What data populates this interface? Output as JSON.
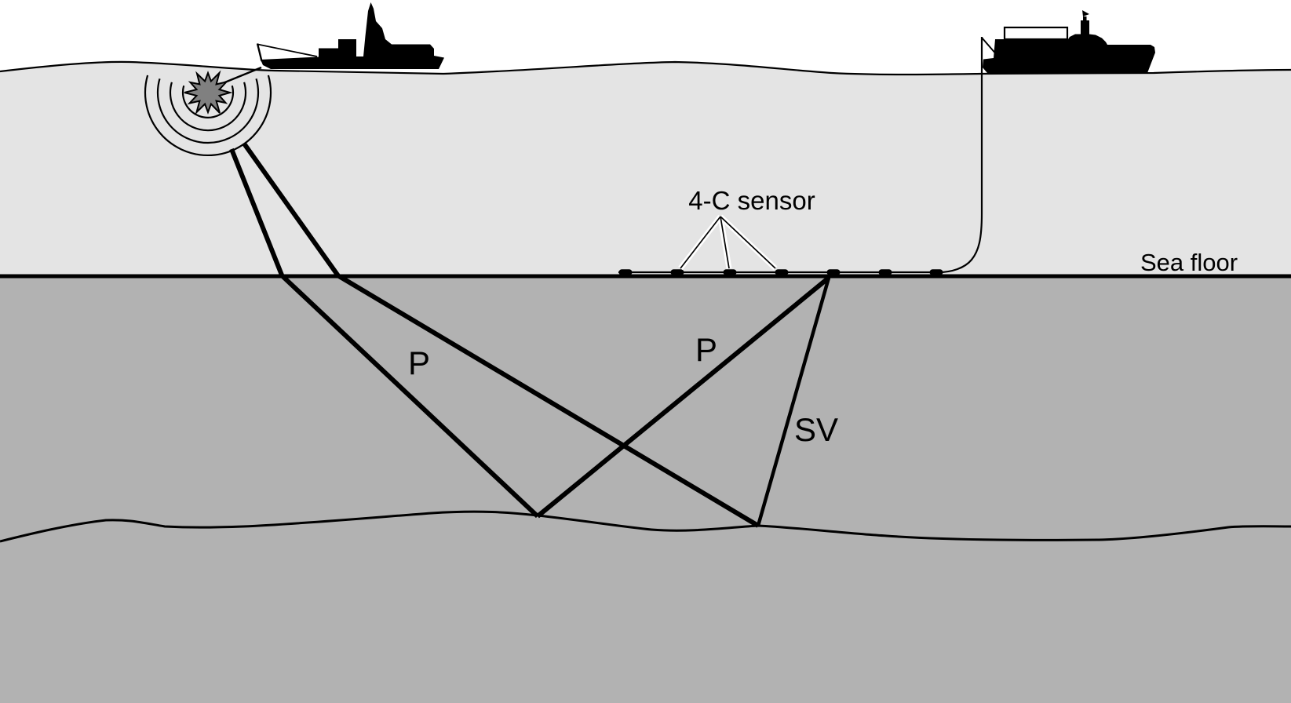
{
  "diagram": {
    "labels": {
      "sensor_callout": "4-C sensor",
      "sea_floor": "Sea floor",
      "ray_p_left": "P",
      "ray_p_right": "P",
      "ray_sv": "SV"
    },
    "colors": {
      "sky": "#ffffff",
      "water": "#e4e4e4",
      "subsurface": "#b2b2b2",
      "ink": "#000000",
      "source_burst": "#808080",
      "bridge_fill": "#ffffff"
    },
    "sensors": {
      "count": 7
    }
  }
}
